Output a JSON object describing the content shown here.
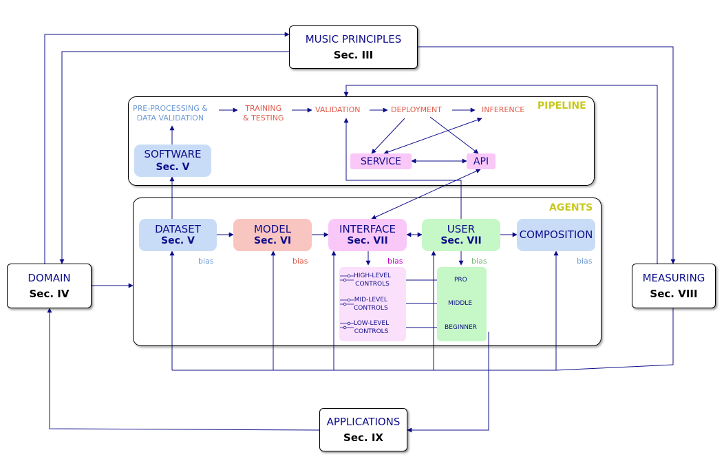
{
  "colors": {
    "arrow": "#0d0d8a",
    "title_yellow": "#c8c81e",
    "software_blue": "#c9dcf7",
    "model_red": "#f9c5c0",
    "interface_pink": "#f9c8f9",
    "user_green": "#c6f7c6",
    "preprocess_text": "#6e9ad4",
    "pipeline_text": "#e05a4a",
    "interface_bias": "#c800c8",
    "user_bias": "#7ab87a"
  },
  "boxes": {
    "music": {
      "title": "MUSIC PRINCIPLES",
      "section": "Sec. III"
    },
    "domain": {
      "title": "DOMAIN",
      "section": "Sec. IV"
    },
    "measuring": {
      "title": "MEASURING",
      "section": "Sec. VIII"
    },
    "applications": {
      "title": "APPLICATIONS",
      "section": "Sec. IX"
    },
    "software": {
      "title": "SOFTWARE",
      "section": "Sec. V"
    }
  },
  "pipeline": {
    "title": "PIPELINE",
    "preprocess": {
      "line1": "PRE-PROCESSING &",
      "line2": "DATA VALIDATION"
    },
    "training": {
      "line1": "TRAINING",
      "line2": "& TESTING"
    },
    "validation": "VALIDATION",
    "deployment": "DEPLOYMENT",
    "inference": "INFERENCE",
    "service": "SERVICE",
    "api": "API"
  },
  "agents": {
    "title": "AGENTS",
    "dataset": {
      "title": "DATASET",
      "section": "Sec. V",
      "bias": "bias"
    },
    "model": {
      "title": "MODEL",
      "section": "Sec. VI",
      "bias": "bias"
    },
    "interface": {
      "title": "INTERFACE",
      "section": "Sec. VII",
      "bias": "bias"
    },
    "user": {
      "title": "USER",
      "section": "Sec. VII",
      "bias": "bias"
    },
    "composition": {
      "title": "COMPOSITION",
      "bias": "bias"
    },
    "controls": [
      {
        "line1": "HIGH-LEVEL",
        "line2": "CONTROLS"
      },
      {
        "line1": "MID-LEVEL",
        "line2": "CONTROLS"
      },
      {
        "line1": "LOW-LEVEL",
        "line2": "CONTROLS"
      }
    ],
    "levels": [
      "PRO",
      "MIDDLE",
      "BEGINNER"
    ]
  }
}
